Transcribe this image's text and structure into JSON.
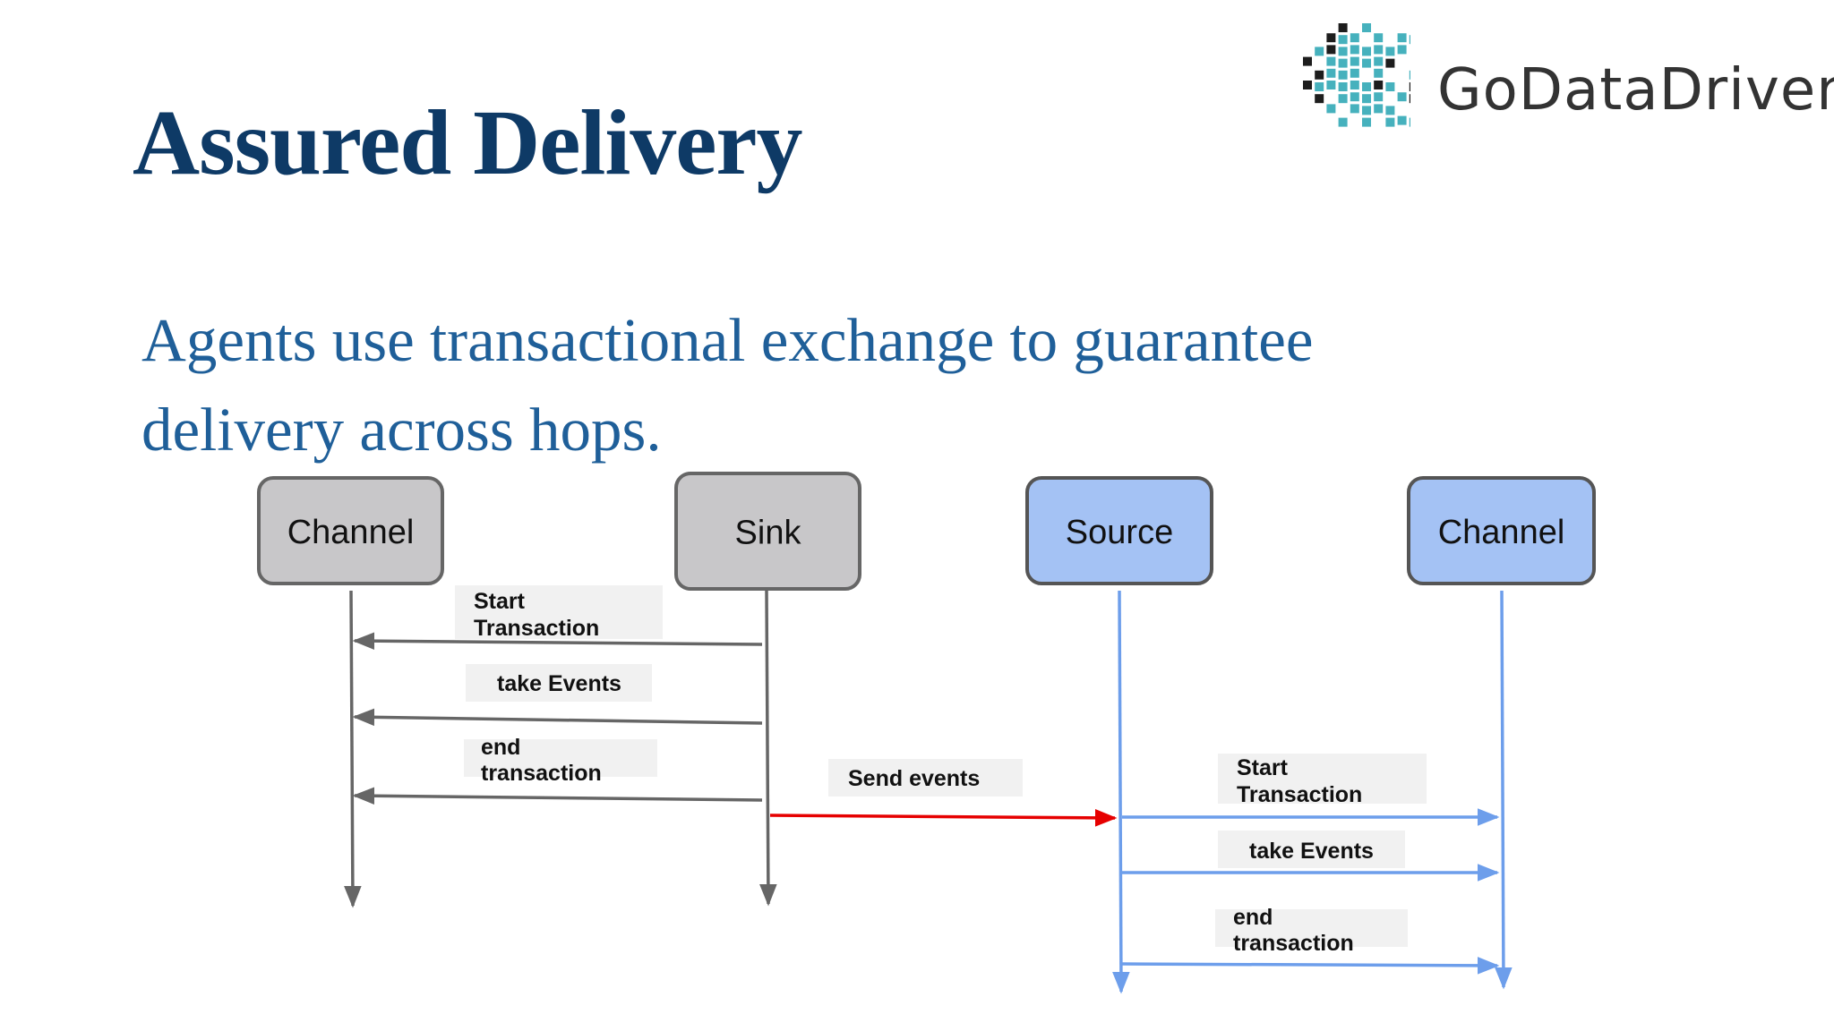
{
  "slide": {
    "title": "Assured Delivery",
    "subtitle_lines": [
      "Agents use transactional exchange to guarantee",
      "delivery across hops."
    ]
  },
  "brand": {
    "name": "GoDataDriven",
    "logo_icon": "pixel-grid-logo-icon",
    "colors": {
      "teal": "#46b1bd",
      "dark": "#1d1d1d"
    }
  },
  "diagram": {
    "colors": {
      "grey_box_fill": "#c8c7c9",
      "grey_box_stroke": "#666666",
      "blue_box_fill": "#a4c2f4",
      "blue_box_stroke": "#555555",
      "grey_arrow": "#666666",
      "blue_arrow": "#6d9eeb",
      "red_arrow": "#e60000",
      "label_bg": "#f1f1f1"
    },
    "nodes": [
      {
        "id": "channel-left",
        "label": "Channel",
        "style": "grey"
      },
      {
        "id": "sink",
        "label": "Sink",
        "style": "grey"
      },
      {
        "id": "source",
        "label": "Source",
        "style": "blue"
      },
      {
        "id": "channel-right",
        "label": "Channel",
        "style": "blue"
      }
    ],
    "messages": [
      {
        "from": "sink",
        "to": "channel-left",
        "label": "Start Transaction",
        "style": "grey"
      },
      {
        "from": "sink",
        "to": "channel-left",
        "label": "take Events",
        "style": "grey"
      },
      {
        "from": "sink",
        "to": "channel-left",
        "label": "end transaction",
        "style": "grey"
      },
      {
        "from": "sink",
        "to": "source",
        "label": "Send events",
        "style": "red"
      },
      {
        "from": "source",
        "to": "channel-right",
        "label": "Start Transaction",
        "style": "blue"
      },
      {
        "from": "source",
        "to": "channel-right",
        "label": "take Events",
        "style": "blue"
      },
      {
        "from": "source",
        "to": "channel-right",
        "label": "end transaction",
        "style": "blue"
      }
    ]
  }
}
